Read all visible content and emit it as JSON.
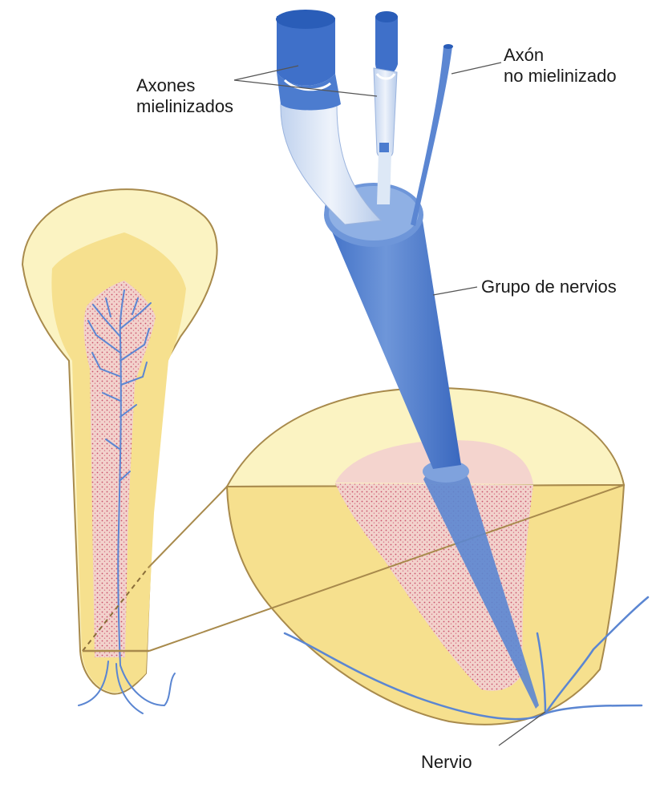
{
  "labels": {
    "myelinated_axons": {
      "line1": "Axones",
      "line2": "mielinizados"
    },
    "unmyelinated_axon": {
      "line1": "Axón",
      "line2": "no mielinizado"
    },
    "nerve_bundle": "Grupo de nervios",
    "nerve": "Nervio"
  },
  "colors": {
    "enamel": "#fbf3c2",
    "dentin": "#f6e08e",
    "pulp": "#f2d2cc",
    "pulp_dots": "#c9506a",
    "outline": "#a88a4c",
    "nerve": "#5b86d2",
    "nerve_dark": "#2f5fb8",
    "myelin": "#d6e2f3",
    "leader_line": "#555555"
  },
  "icons": [
    "tooth-longitudinal-section",
    "tooth-cross-section-block",
    "nerve-bundle-cone",
    "myelinated-axon",
    "unmyelinated-axon"
  ]
}
